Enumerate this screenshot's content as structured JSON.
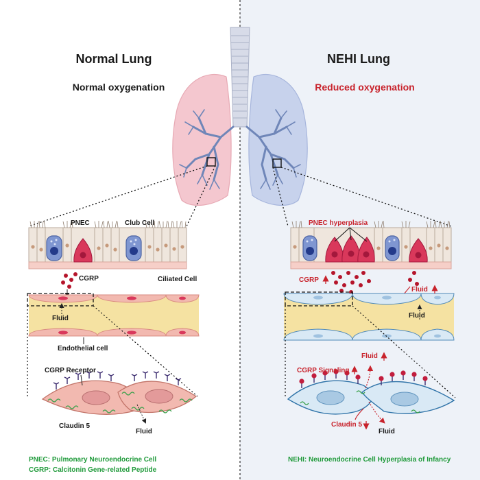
{
  "titles": {
    "left": "Normal Lung",
    "right": "NEHI Lung",
    "left_sub": "Normal oxygenation",
    "right_sub": "Reduced oxygenation"
  },
  "labels": {
    "pnec": "PNEC",
    "club_cell": "Club Cell",
    "cgrp": "CGRP",
    "ciliated_cell": "Ciliated Cell",
    "fluid": "Fluid",
    "endothelial_cell": "Endothelial cell",
    "cgrp_receptor": "CGRP Receptor",
    "claudin5": "Claudin 5",
    "pnec_hyperplasia": "PNEC hyperplasia",
    "cgrp_signaling": "CGRP Signaling"
  },
  "footnotes": {
    "pnec": "PNEC: Pulmonary Neuroendocrine Cell",
    "cgrp": "CGRP: Calcitonin Gene-related Peptide",
    "nehi": "NEHI: Neuroendocrine Cell Hyperplasia of Infancy"
  },
  "colors": {
    "left_bg": "#ffffff",
    "right_bg": "#eef2f8",
    "normal_lung": "#f4c7cf",
    "nehi_lung": "#c7d2ec",
    "airway": "#6f86b8",
    "accent_red": "#c8232c",
    "footnote_green": "#1f9a3a",
    "pnec": "#d9385b",
    "vessel_fill": "#f5e2a2"
  }
}
